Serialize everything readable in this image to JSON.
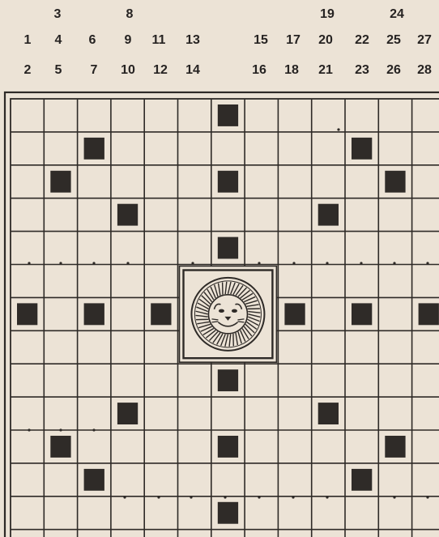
{
  "page": {
    "background": "#ece3d6"
  },
  "numbers": [
    {
      "id": "num-3",
      "text": "3"
    },
    {
      "id": "num-8",
      "text": "8"
    },
    {
      "id": "num-19",
      "text": "19"
    },
    {
      "id": "num-24",
      "text": "24"
    },
    {
      "id": "num-1",
      "text": "1"
    },
    {
      "id": "num-4",
      "text": "4"
    },
    {
      "id": "num-6",
      "text": "6"
    },
    {
      "id": "num-9",
      "text": "9"
    },
    {
      "id": "num-11",
      "text": "11"
    },
    {
      "id": "num-13",
      "text": "13"
    },
    {
      "id": "num-15",
      "text": "15"
    },
    {
      "id": "num-17",
      "text": "17"
    },
    {
      "id": "num-20",
      "text": "20"
    },
    {
      "id": "num-22",
      "text": "22"
    },
    {
      "id": "num-25",
      "text": "25"
    },
    {
      "id": "num-27",
      "text": "27"
    },
    {
      "id": "num-2",
      "text": "2"
    },
    {
      "id": "num-5",
      "text": "5"
    },
    {
      "id": "num-7",
      "text": "7"
    },
    {
      "id": "num-10",
      "text": "10"
    },
    {
      "id": "num-12",
      "text": "12"
    },
    {
      "id": "num-14",
      "text": "14"
    },
    {
      "id": "num-16",
      "text": "16"
    },
    {
      "id": "num-18",
      "text": "18"
    },
    {
      "id": "num-21",
      "text": "21"
    },
    {
      "id": "num-23",
      "text": "23"
    },
    {
      "id": "num-26",
      "text": "26"
    },
    {
      "id": "num-28",
      "text": "28"
    }
  ],
  "board": {
    "grid_color": "#2e2a27",
    "block_color": "#2f2b28",
    "rows": 13,
    "cols": 13,
    "center_icon": "lion-sun-icon",
    "black_squares": [
      [
        0,
        6
      ],
      [
        1,
        2
      ],
      [
        1,
        10
      ],
      [
        2,
        1
      ],
      [
        2,
        6
      ],
      [
        2,
        11
      ],
      [
        3,
        3
      ],
      [
        3,
        9
      ],
      [
        4,
        6
      ],
      [
        6,
        0
      ],
      [
        6,
        2
      ],
      [
        6,
        4
      ],
      [
        6,
        8
      ],
      [
        6,
        10
      ],
      [
        6,
        12
      ],
      [
        8,
        6
      ],
      [
        9,
        3
      ],
      [
        9,
        9
      ],
      [
        10,
        1
      ],
      [
        10,
        6
      ],
      [
        10,
        11
      ],
      [
        11,
        2
      ],
      [
        11,
        10
      ],
      [
        12,
        6
      ]
    ]
  }
}
